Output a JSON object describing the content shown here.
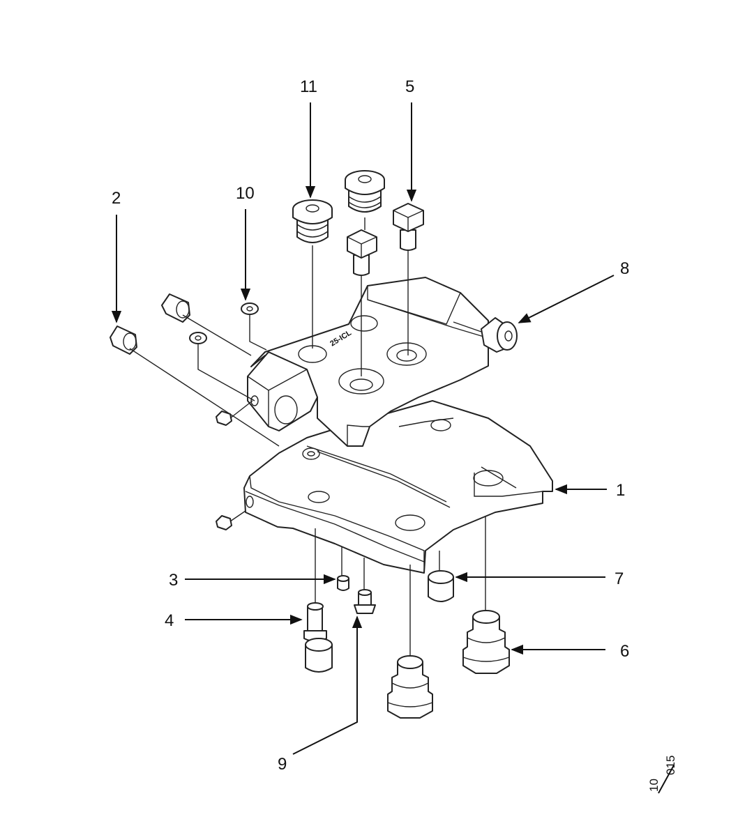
{
  "callouts": [
    {
      "id": "1",
      "label": "1"
    },
    {
      "id": "2",
      "label": "2"
    },
    {
      "id": "3",
      "label": "3"
    },
    {
      "id": "4",
      "label": "4"
    },
    {
      "id": "5",
      "label": "5"
    },
    {
      "id": "6",
      "label": "6"
    },
    {
      "id": "7",
      "label": "7"
    },
    {
      "id": "8",
      "label": "8"
    },
    {
      "id": "9",
      "label": "9"
    },
    {
      "id": "10",
      "label": "10"
    },
    {
      "id": "11",
      "label": "11"
    }
  ],
  "drawing_number": {
    "top": "10",
    "bottom": "015"
  },
  "engraving": "25-ICL"
}
